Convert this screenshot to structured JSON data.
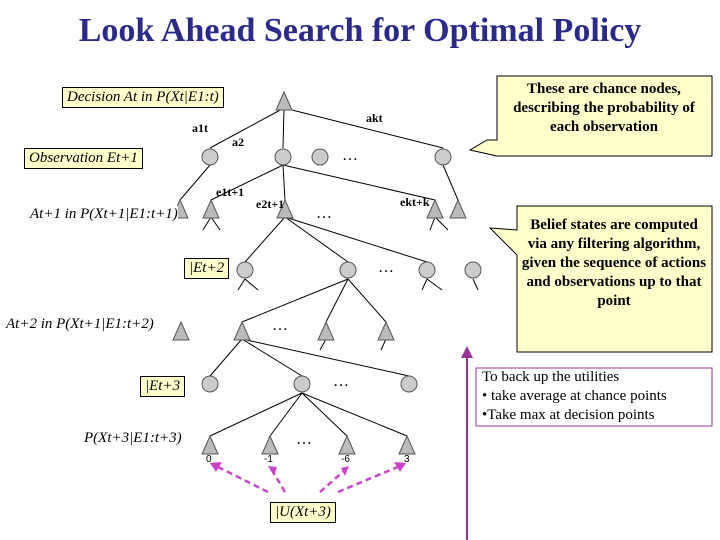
{
  "title": "Look Ahead Search for Optimal Policy",
  "labels": {
    "decision_t": "Decision At in P(Xt|E1:t)",
    "observation": "Observation Et+1",
    "a_t1": "At+1 in P(Xt+1|E1:t+1)",
    "e_t2": "|Et+2",
    "a_t2": "At+2 in P(Xt+1|E1:t+2)",
    "e_t3": "|Et+3",
    "p_t3": "P(Xt+3|E1:t+3)",
    "utility": "|U(Xt+3)"
  },
  "edge_labels": {
    "a1": "a1t",
    "a2": "a2",
    "ak": "akt",
    "e1": "e1t+1",
    "e2": "e2t+1",
    "ek": "ekt+k"
  },
  "leaf_values": [
    "0",
    "-1",
    "-6",
    "3"
  ],
  "ellipsis": "…",
  "callouts": {
    "chance": "These are chance nodes, describing the probability of each observation",
    "belief": "Belief states are computed via any filtering algorithm, given the sequence of actions and observations up to that point"
  },
  "backup": {
    "heading": "To back up the utilities",
    "item1": "• take average at chance points",
    "item2": "•Take max at decision points"
  },
  "colors": {
    "title": "#2a2a8c",
    "callout_fill": "#ffffcc",
    "arrow": "#993399",
    "utility_arrows": "#cc44cc"
  }
}
